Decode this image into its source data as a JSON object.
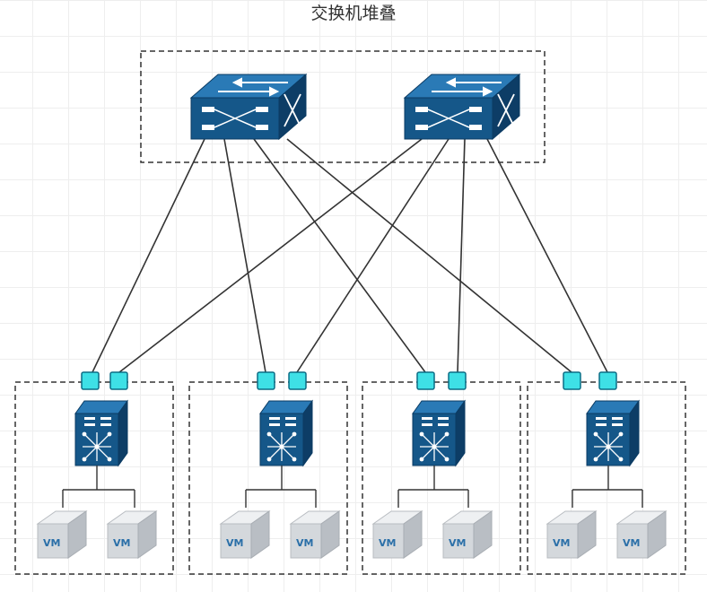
{
  "title": "交换机堆叠",
  "vm_label": "VM",
  "colors": {
    "switch_front": "#155789",
    "switch_top": "#2a7ab6",
    "switch_side": "#0d3d66",
    "port": "#3ee0e6",
    "port_border": "#0c6d85",
    "link": "#333333",
    "dashed": "#333333",
    "vm_box": "#cfd3d8"
  },
  "diagram": {
    "core_stack": {
      "switch_count": 2
    },
    "access_groups": [
      {
        "ports": 2,
        "vms": [
          "VM",
          "VM"
        ]
      },
      {
        "ports": 2,
        "vms": [
          "VM",
          "VM"
        ]
      },
      {
        "ports": 2,
        "vms": [
          "VM",
          "VM"
        ]
      },
      {
        "ports": 2,
        "vms": [
          "VM",
          "VM"
        ]
      }
    ]
  }
}
